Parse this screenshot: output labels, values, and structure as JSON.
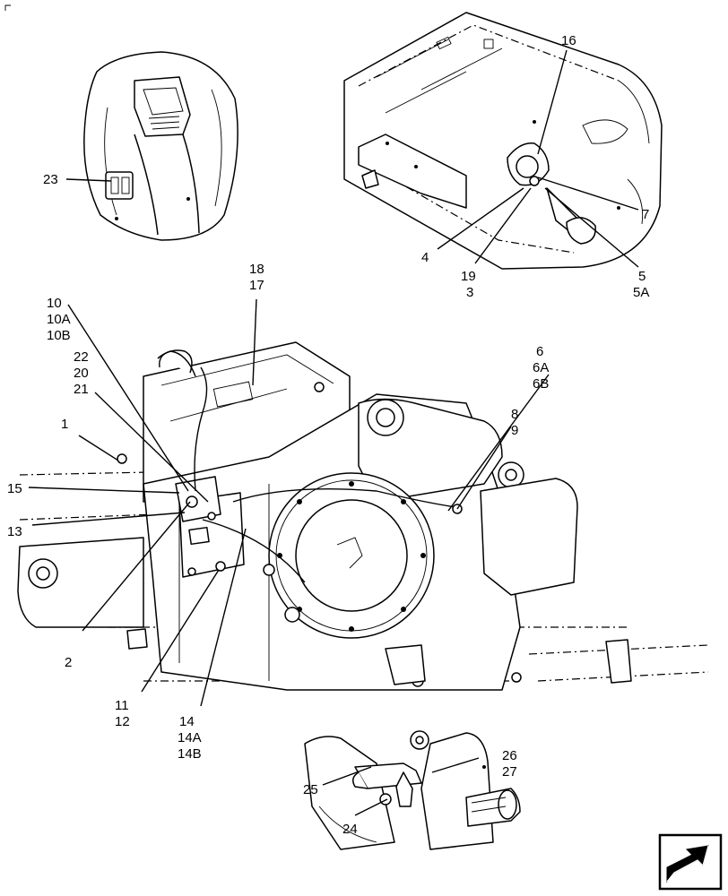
{
  "callouts": {
    "c1": "1",
    "c2": "2",
    "c3": "3",
    "c4": "4",
    "c5": "5",
    "c5A": "5A",
    "c6": "6",
    "c6A": "6A",
    "c6B": "6B",
    "c7": "7",
    "c8": "8",
    "c9": "9",
    "c10": "10",
    "c10A": "10A",
    "c10B": "10B",
    "c11": "11",
    "c12": "12",
    "c13": "13",
    "c14": "14",
    "c14A": "14A",
    "c14B": "14B",
    "c15": "15",
    "c16": "16",
    "c17": "17",
    "c18": "18",
    "c19": "19",
    "c20": "20",
    "c21": "21",
    "c22": "22",
    "c23": "23",
    "c24": "24",
    "c25": "25",
    "c26": "26",
    "c27": "27"
  },
  "nav": {
    "icon": "next-page-arrow-icon"
  }
}
